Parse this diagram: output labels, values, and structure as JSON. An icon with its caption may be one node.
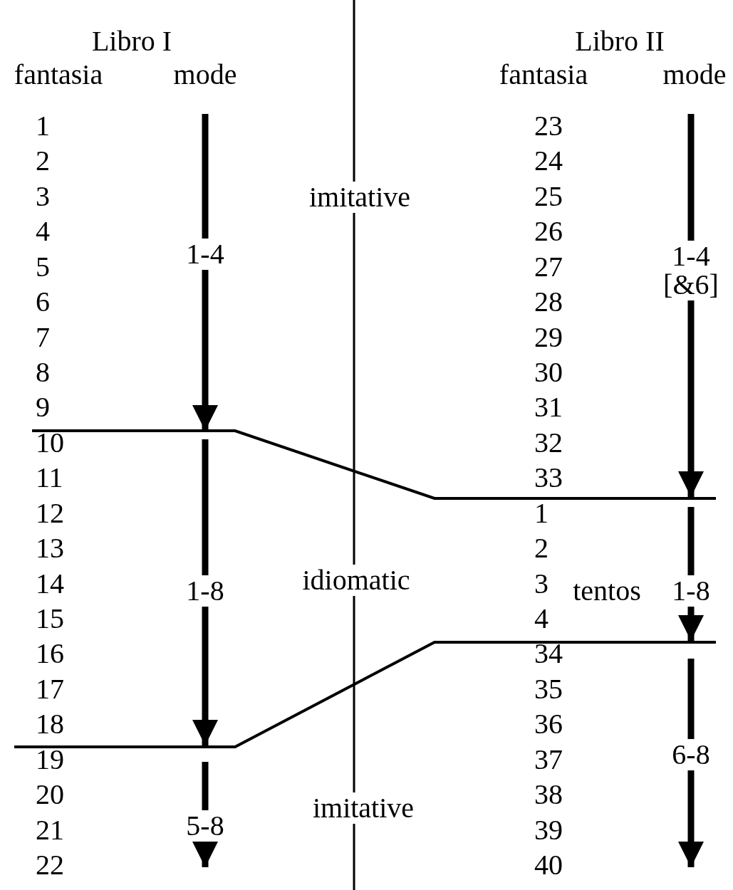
{
  "diagram": {
    "labels": [
      "Libro I",
      "fantasia",
      "mode",
      "Libro II",
      "fantasia",
      "mode",
      "1",
      "2",
      "3",
      "4",
      "5",
      "6",
      "7",
      "8",
      "9",
      "10",
      "11",
      "12",
      "13",
      "14",
      "15",
      "16",
      "17",
      "18",
      "19",
      "20",
      "21",
      "22",
      "1-4",
      "1-8",
      "5-8",
      "imitative",
      "idiomatic",
      "imitative",
      "23",
      "24",
      "25",
      "26",
      "27",
      "28",
      "29",
      "30",
      "31",
      "32",
      "33",
      "1",
      "2",
      "3",
      "4",
      "34",
      "35",
      "36",
      "37",
      "38",
      "39",
      "40",
      "tentos",
      "1-4 [&6]",
      "1-8",
      "6-8"
    ]
  }
}
